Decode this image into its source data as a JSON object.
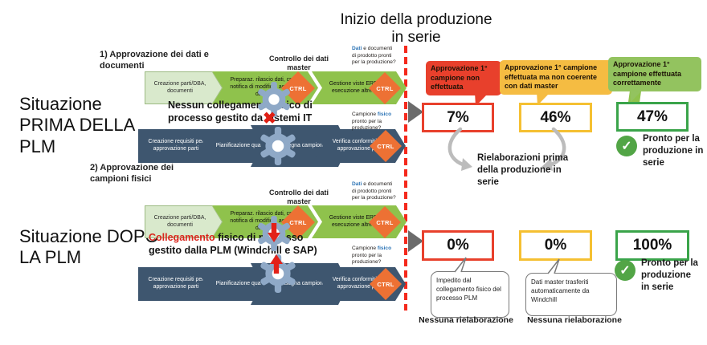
{
  "page": {
    "title": "Inizio della produzione in serie"
  },
  "colors": {
    "light_green_step": "#d9e9cc",
    "green_step": "#8fc24c",
    "dark_blue_step": "#3e566f",
    "ctrl_orange": "#ed7134",
    "gear_blue": "#8fa9c7",
    "alert_red": "#e8402c",
    "warn_yellow": "#f5bc42",
    "ok_green": "#93c35f",
    "ok_border_green": "#3aa44a",
    "check_green": "#52a546",
    "divider_red": "#f5291c",
    "highlight_blue": "#2e75b6"
  },
  "icons": {
    "check": "✓",
    "cross": "✖"
  },
  "left": {
    "before_title": "Situazione PRIMA DELLA PLM",
    "after_title": "Situazione DOPO LA PLM",
    "process1": "1) Approvazione dei dati e documenti",
    "process2": "2) Approvazione dei campioni fisici"
  },
  "flow": {
    "data_steps": [
      "Creazione parti/DBA, documenti",
      "Preparaz. rilascio dati, creaz. notifica di modifica, associaz. dati/doc.",
      "Gestione viste ERP/SAP, esecuzione altre azioni"
    ],
    "control_label": "Controllo dei dati master",
    "ctrl_label": "CTRL",
    "data_question": {
      "hl": "Dati",
      "rest": " e documenti di prodotto pronti per la produzione?"
    },
    "phys_steps": [
      "Creazione requisiti per approvazione parti",
      "Pianificazione qualità",
      "Consegna campione",
      "Verifica conformità per approvazione parti"
    ],
    "phys_question": {
      "pre": "Campione ",
      "hl": "fisico",
      "post": " pronto per la produzione?"
    }
  },
  "notes": {
    "before_link": "Nessun collegamento fisico di processo gestito da sistemi IT",
    "after_link": {
      "hl": "Collegamento",
      "mid": " fisico di processo gestito dalla PLM ",
      "bold": "(Windchill e SAP)"
    }
  },
  "results_before": {
    "callouts": [
      "Approvazione 1° campione non effettuata",
      "Approvazione 1° campione effettuata ma non coerente con dati master",
      "Approvazione 1° campione effettuata correttamente"
    ],
    "values": [
      "7%",
      "46%",
      "47%"
    ],
    "rework_note": "Rielaborazioni prima della produzione in serie",
    "ready_note": "Pronto per la produzione in serie"
  },
  "results_after": {
    "values": [
      "0%",
      "0%",
      "100%"
    ],
    "bubbles": [
      "Impedito dal collegamento fisico del processo PLM",
      "Dati master trasferiti automaticamente da Windchill"
    ],
    "footers": [
      "Nessuna rielaborazione",
      "Nessuna rielaborazione"
    ],
    "ready_note": "Pronto per la produzione in serie"
  }
}
